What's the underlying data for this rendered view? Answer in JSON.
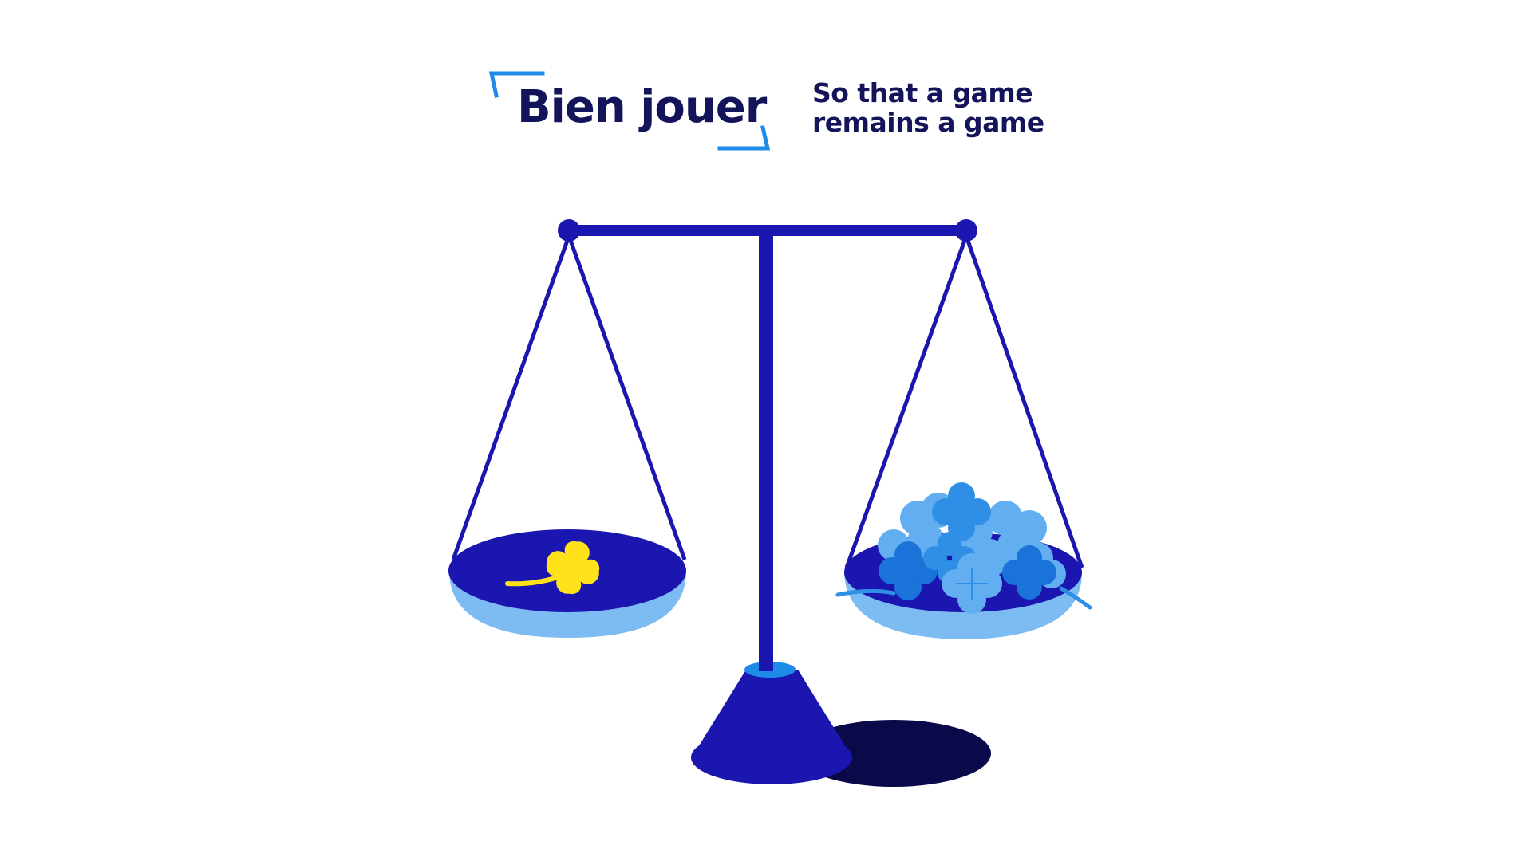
{
  "brand": {
    "logo_text": "Bien jouer",
    "tagline_line1": "So that a game",
    "tagline_line2": "remains a game"
  },
  "colors": {
    "navy_text": "#14145a",
    "scale_blue": "#1c16b0",
    "bracket_blue": "#1f8be8",
    "pan_light": "#7cbcf2",
    "clover_yellow": "#ffe21a",
    "clover_blue_light": "#62aef0",
    "clover_blue_mid": "#2f8fe6",
    "clover_blue_dark": "#1a73d9",
    "shadow": "#0a0a4a",
    "background": "#ffffff"
  },
  "illustration": {
    "subject": "balance-scale",
    "left_pan_content": "single-yellow-four-leaf-clover",
    "right_pan_content": "pile-of-blue-four-leaf-clovers"
  }
}
